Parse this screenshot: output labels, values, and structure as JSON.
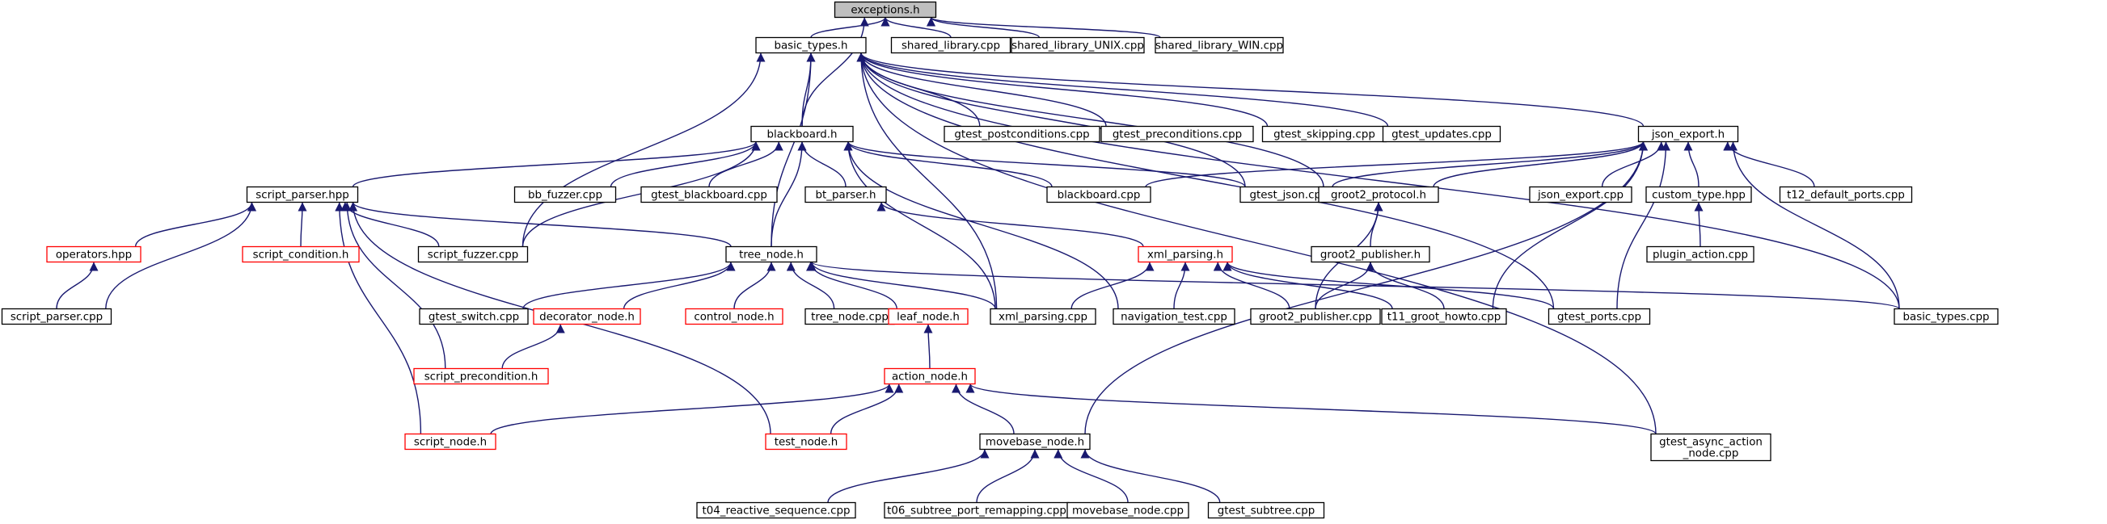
{
  "colors": {
    "edge": "#191970",
    "root_fill": "#bfbfbf",
    "border_default": "#000000",
    "border_truncated": "#ff0000",
    "background": "#ffffff"
  },
  "nodes": [
    {
      "id": "exceptions_h",
      "label": "exceptions.h",
      "kind": "root"
    },
    {
      "id": "basic_types_h",
      "label": "basic_types.h",
      "kind": "default"
    },
    {
      "id": "shared_library_cpp",
      "label": "shared_library.cpp",
      "kind": "default"
    },
    {
      "id": "shared_library_UNIX_cpp",
      "label": "shared_library_UNIX.cpp",
      "kind": "default"
    },
    {
      "id": "shared_library_WIN_cpp",
      "label": "shared_library_WIN.cpp",
      "kind": "default"
    },
    {
      "id": "blackboard_h",
      "label": "blackboard.h",
      "kind": "default"
    },
    {
      "id": "gtest_postconditions_cpp",
      "label": "gtest_postconditions.cpp",
      "kind": "default"
    },
    {
      "id": "gtest_preconditions_cpp",
      "label": "gtest_preconditions.cpp",
      "kind": "default"
    },
    {
      "id": "gtest_skipping_cpp",
      "label": "gtest_skipping.cpp",
      "kind": "default"
    },
    {
      "id": "gtest_updates_cpp",
      "label": "gtest_updates.cpp",
      "kind": "default"
    },
    {
      "id": "json_export_h",
      "label": "json_export.h",
      "kind": "default"
    },
    {
      "id": "script_parser_hpp",
      "label": "script_parser.hpp",
      "kind": "default"
    },
    {
      "id": "bb_fuzzer_cpp",
      "label": "bb_fuzzer.cpp",
      "kind": "default"
    },
    {
      "id": "gtest_blackboard_cpp",
      "label": "gtest_blackboard.cpp",
      "kind": "default"
    },
    {
      "id": "bt_parser_h",
      "label": "bt_parser.h",
      "kind": "default"
    },
    {
      "id": "blackboard_cpp",
      "label": "blackboard.cpp",
      "kind": "default"
    },
    {
      "id": "gtest_json_cpp",
      "label": "gtest_json.cpp",
      "kind": "default"
    },
    {
      "id": "groot2_protocol_h",
      "label": "groot2_protocol.h",
      "kind": "default"
    },
    {
      "id": "json_export_cpp",
      "label": "json_export.cpp",
      "kind": "default"
    },
    {
      "id": "custom_type_hpp",
      "label": "custom_type.hpp",
      "kind": "default"
    },
    {
      "id": "t12_default_ports_cpp",
      "label": "t12_default_ports.cpp",
      "kind": "default"
    },
    {
      "id": "operators_hpp",
      "label": "operators.hpp",
      "kind": "truncated"
    },
    {
      "id": "script_condition_h",
      "label": "script_condition.h",
      "kind": "truncated"
    },
    {
      "id": "script_fuzzer_cpp",
      "label": "script_fuzzer.cpp",
      "kind": "default"
    },
    {
      "id": "tree_node_h",
      "label": "tree_node.h",
      "kind": "default"
    },
    {
      "id": "xml_parsing_h",
      "label": "xml_parsing.h",
      "kind": "truncated"
    },
    {
      "id": "groot2_publisher_h",
      "label": "groot2_publisher.h",
      "kind": "default"
    },
    {
      "id": "plugin_action_cpp",
      "label": "plugin_action.cpp",
      "kind": "default"
    },
    {
      "id": "script_parser_cpp",
      "label": "script_parser.cpp",
      "kind": "default"
    },
    {
      "id": "gtest_switch_cpp",
      "label": "gtest_switch.cpp",
      "kind": "default"
    },
    {
      "id": "decorator_node_h",
      "label": "decorator_node.h",
      "kind": "truncated"
    },
    {
      "id": "control_node_h",
      "label": "control_node.h",
      "kind": "truncated"
    },
    {
      "id": "tree_node_cpp",
      "label": "tree_node.cpp",
      "kind": "default"
    },
    {
      "id": "leaf_node_h",
      "label": "leaf_node.h",
      "kind": "truncated"
    },
    {
      "id": "xml_parsing_cpp",
      "label": "xml_parsing.cpp",
      "kind": "default"
    },
    {
      "id": "navigation_test_cpp",
      "label": "navigation_test.cpp",
      "kind": "default"
    },
    {
      "id": "groot2_publisher_cpp",
      "label": "groot2_publisher.cpp",
      "kind": "default"
    },
    {
      "id": "t11_groot_howto_cpp",
      "label": "t11_groot_howto.cpp",
      "kind": "default"
    },
    {
      "id": "gtest_ports_cpp",
      "label": "gtest_ports.cpp",
      "kind": "default"
    },
    {
      "id": "basic_types_cpp",
      "label": "basic_types.cpp",
      "kind": "default"
    },
    {
      "id": "script_precondition_h",
      "label": "script_precondition.h",
      "kind": "truncated"
    },
    {
      "id": "action_node_h",
      "label": "action_node.h",
      "kind": "truncated"
    },
    {
      "id": "script_node_h",
      "label": "script_node.h",
      "kind": "truncated"
    },
    {
      "id": "test_node_h",
      "label": "test_node.h",
      "kind": "truncated"
    },
    {
      "id": "movebase_node_h",
      "label": "movebase_node.h",
      "kind": "default"
    },
    {
      "id": "gtest_async_action_node_cpp",
      "label": [
        "gtest_async_action",
        "_node.cpp"
      ],
      "kind": "default"
    },
    {
      "id": "t04_reactive_sequence_cpp",
      "label": "t04_reactive_sequence.cpp",
      "kind": "default"
    },
    {
      "id": "t06_subtree_port_remapping_cpp",
      "label": "t06_subtree_port_remapping.cpp",
      "kind": "default"
    },
    {
      "id": "movebase_node_cpp",
      "label": "movebase_node.cpp",
      "kind": "default"
    },
    {
      "id": "gtest_subtree_cpp",
      "label": "gtest_subtree.cpp",
      "kind": "default"
    }
  ],
  "edges": [
    [
      "basic_types_h",
      "exceptions_h"
    ],
    [
      "shared_library_cpp",
      "exceptions_h"
    ],
    [
      "shared_library_UNIX_cpp",
      "exceptions_h"
    ],
    [
      "shared_library_WIN_cpp",
      "exceptions_h"
    ],
    [
      "blackboard_h",
      "exceptions_h"
    ],
    [
      "blackboard_h",
      "basic_types_h"
    ],
    [
      "gtest_postconditions_cpp",
      "basic_types_h"
    ],
    [
      "gtest_preconditions_cpp",
      "basic_types_h"
    ],
    [
      "gtest_skipping_cpp",
      "basic_types_h"
    ],
    [
      "gtest_updates_cpp",
      "basic_types_h"
    ],
    [
      "json_export_h",
      "basic_types_h"
    ],
    [
      "tree_node_h",
      "basic_types_h"
    ],
    [
      "script_fuzzer_cpp",
      "basic_types_h"
    ],
    [
      "xml_parsing_cpp",
      "basic_types_h"
    ],
    [
      "gtest_json_cpp",
      "basic_types_h"
    ],
    [
      "groot2_protocol_h",
      "basic_types_h"
    ],
    [
      "gtest_ports_cpp",
      "basic_types_h"
    ],
    [
      "basic_types_cpp",
      "basic_types_h"
    ],
    [
      "gtest_async_action_node_cpp",
      "basic_types_h"
    ],
    [
      "script_parser_hpp",
      "blackboard_h"
    ],
    [
      "bb_fuzzer_cpp",
      "blackboard_h"
    ],
    [
      "gtest_blackboard_cpp",
      "blackboard_h"
    ],
    [
      "bt_parser_h",
      "blackboard_h"
    ],
    [
      "blackboard_cpp",
      "blackboard_h"
    ],
    [
      "gtest_json_cpp",
      "blackboard_h"
    ],
    [
      "script_fuzzer_cpp",
      "blackboard_h"
    ],
    [
      "tree_node_h",
      "blackboard_h"
    ],
    [
      "xml_parsing_cpp",
      "blackboard_h"
    ],
    [
      "navigation_test_cpp",
      "blackboard_h"
    ],
    [
      "blackboard_cpp",
      "json_export_h"
    ],
    [
      "gtest_json_cpp",
      "json_export_h"
    ],
    [
      "groot2_protocol_h",
      "json_export_h"
    ],
    [
      "json_export_cpp",
      "json_export_h"
    ],
    [
      "custom_type_hpp",
      "json_export_h"
    ],
    [
      "t12_default_ports_cpp",
      "json_export_h"
    ],
    [
      "t11_groot_howto_cpp",
      "json_export_h"
    ],
    [
      "gtest_ports_cpp",
      "json_export_h"
    ],
    [
      "basic_types_cpp",
      "json_export_h"
    ],
    [
      "movebase_node_h",
      "json_export_h"
    ],
    [
      "plugin_action_cpp",
      "custom_type_hpp"
    ],
    [
      "groot2_publisher_h",
      "groot2_protocol_h"
    ],
    [
      "groot2_publisher_cpp",
      "groot2_protocol_h"
    ],
    [
      "groot2_publisher_cpp",
      "groot2_publisher_h"
    ],
    [
      "t11_groot_howto_cpp",
      "groot2_publisher_h"
    ],
    [
      "operators_hpp",
      "script_parser_hpp"
    ],
    [
      "script_condition_h",
      "script_parser_hpp"
    ],
    [
      "script_fuzzer_cpp",
      "script_parser_hpp"
    ],
    [
      "tree_node_h",
      "script_parser_hpp"
    ],
    [
      "script_parser_cpp",
      "script_parser_hpp"
    ],
    [
      "script_precondition_h",
      "script_parser_hpp"
    ],
    [
      "script_node_h",
      "script_parser_hpp"
    ],
    [
      "test_node_h",
      "script_parser_hpp"
    ],
    [
      "script_parser_cpp",
      "operators_hpp"
    ],
    [
      "xml_parsing_h",
      "bt_parser_h"
    ],
    [
      "xml_parsing_cpp",
      "xml_parsing_h"
    ],
    [
      "navigation_test_cpp",
      "xml_parsing_h"
    ],
    [
      "groot2_publisher_cpp",
      "xml_parsing_h"
    ],
    [
      "t11_groot_howto_cpp",
      "xml_parsing_h"
    ],
    [
      "gtest_ports_cpp",
      "xml_parsing_h"
    ],
    [
      "gtest_switch_cpp",
      "tree_node_h"
    ],
    [
      "decorator_node_h",
      "tree_node_h"
    ],
    [
      "control_node_h",
      "tree_node_h"
    ],
    [
      "tree_node_cpp",
      "tree_node_h"
    ],
    [
      "leaf_node_h",
      "tree_node_h"
    ],
    [
      "xml_parsing_cpp",
      "tree_node_h"
    ],
    [
      "basic_types_cpp",
      "tree_node_h"
    ],
    [
      "script_precondition_h",
      "decorator_node_h"
    ],
    [
      "action_node_h",
      "leaf_node_h"
    ],
    [
      "script_node_h",
      "action_node_h"
    ],
    [
      "test_node_h",
      "action_node_h"
    ],
    [
      "movebase_node_h",
      "action_node_h"
    ],
    [
      "gtest_async_action_node_cpp",
      "action_node_h"
    ],
    [
      "t04_reactive_sequence_cpp",
      "movebase_node_h"
    ],
    [
      "t06_subtree_port_remapping_cpp",
      "movebase_node_h"
    ],
    [
      "movebase_node_cpp",
      "movebase_node_h"
    ],
    [
      "gtest_subtree_cpp",
      "movebase_node_h"
    ]
  ]
}
